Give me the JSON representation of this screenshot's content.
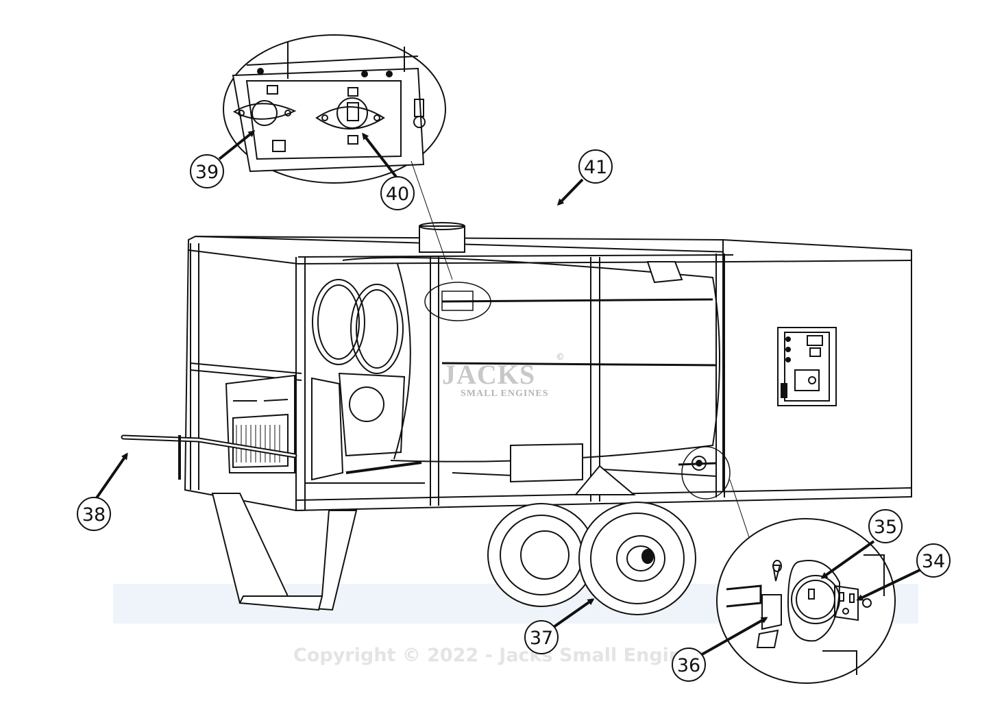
{
  "callouts": {
    "c34": "34",
    "c35": "35",
    "c36": "36",
    "c37": "37",
    "c38": "38",
    "c39": "39",
    "c40": "40",
    "c41": "41"
  },
  "watermark": {
    "brand": "JACKS",
    "registered": "©",
    "subtitle": "SMALL ENGINES"
  },
  "copyright": "Copyright © 2022 - Jacks Small Engines",
  "colors": {
    "line": "#111111",
    "background": "#ffffff",
    "ground_tint": "#eef4f9"
  }
}
